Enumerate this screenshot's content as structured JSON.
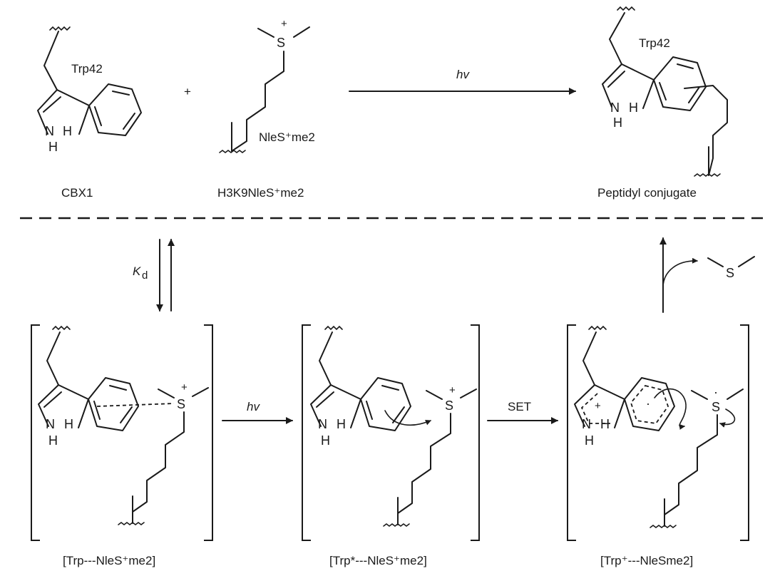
{
  "top": {
    "reactant1": {
      "residue": "Trp42",
      "label": "CBX1"
    },
    "plus": "+",
    "reactant2": {
      "residue": "NleS⁺me2",
      "label": "H3K9NleS⁺me2"
    },
    "arrow_label": "hv",
    "product": {
      "residue": "Trp42",
      "label": "Peptidyl conjugate"
    }
  },
  "mechanism": {
    "kd_symbol": "K",
    "kd_subscript": "d",
    "byproduct": "S",
    "steps": [
      {
        "label": "[Trp---NleS⁺me2]"
      },
      {
        "label": "[Trp*---NleS⁺me2]"
      },
      {
        "label": "[Trp⁺---NleSme2]"
      }
    ],
    "arrow1_label": "hv",
    "arrow2_label": "SET"
  },
  "atoms": {
    "nh": "N",
    "h": "H",
    "s": "S",
    "plus": "+",
    "radical": "·"
  }
}
